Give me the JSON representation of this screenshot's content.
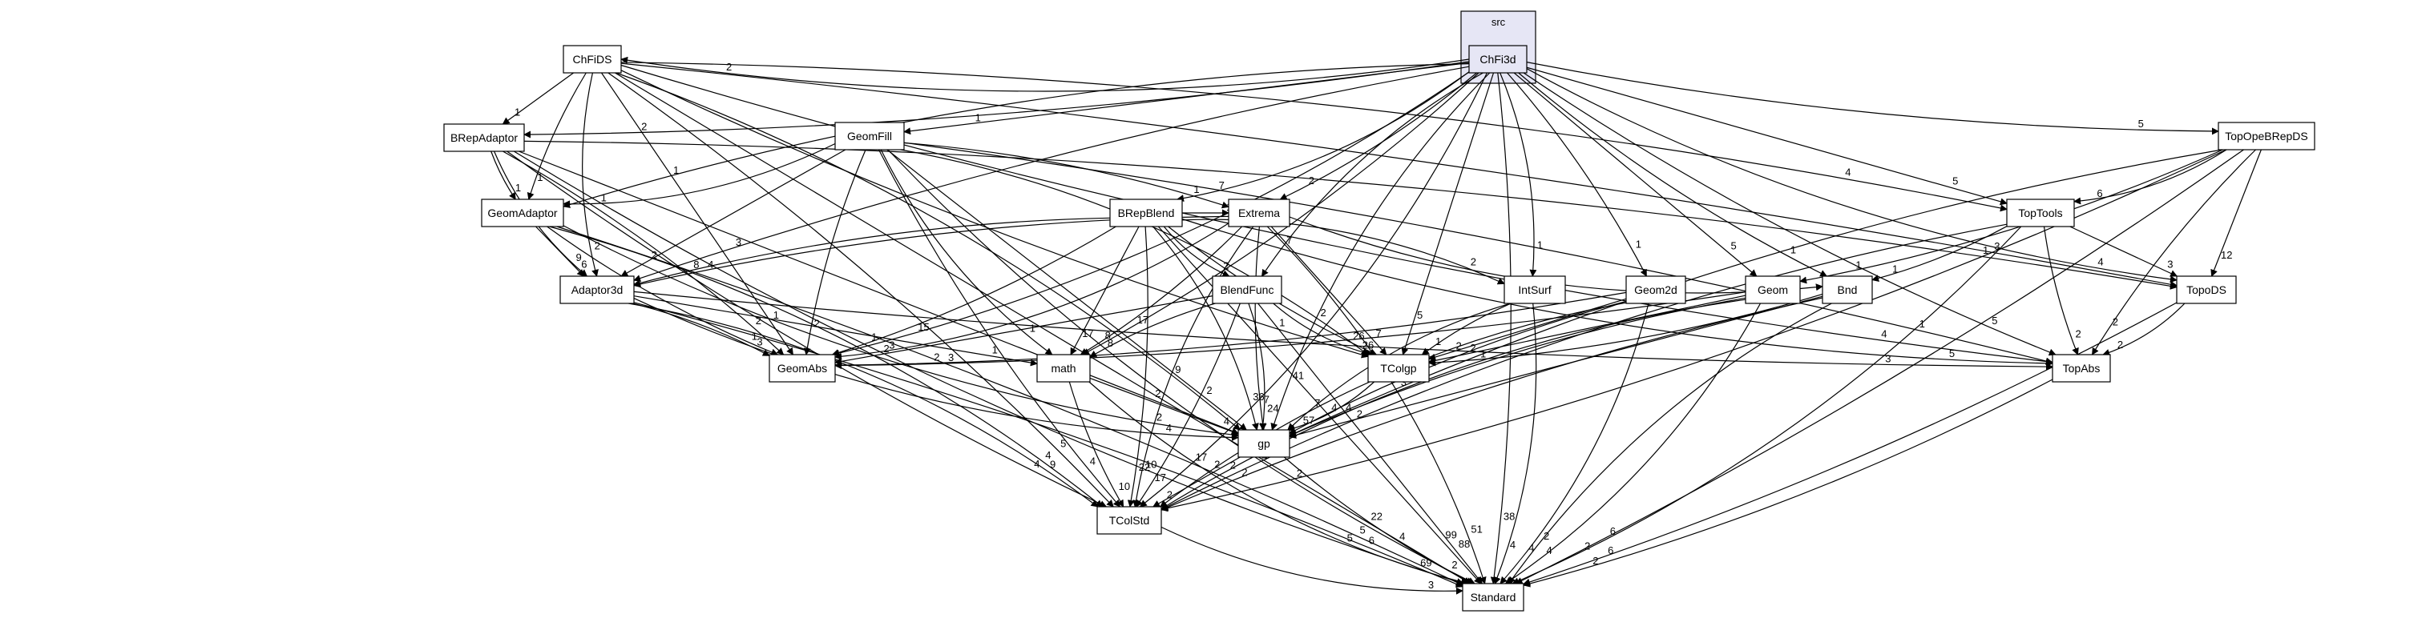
{
  "cluster": {
    "label": "src"
  },
  "nodes": [
    {
      "id": "ChFi3d",
      "label": "ChFi3d",
      "shape": "box",
      "fill": "#e6e6f5"
    },
    {
      "id": "ChFiDS",
      "label": "ChFiDS"
    },
    {
      "id": "BRepAdaptor",
      "label": "BRepAdaptor"
    },
    {
      "id": "GeomFill",
      "label": "GeomFill"
    },
    {
      "id": "TopOpeBRepDS",
      "label": "TopOpeBRepDS"
    },
    {
      "id": "GeomAdaptor",
      "label": "GeomAdaptor"
    },
    {
      "id": "BRepBlend",
      "label": "BRepBlend"
    },
    {
      "id": "Extrema",
      "label": "Extrema"
    },
    {
      "id": "TopTools",
      "label": "TopTools"
    },
    {
      "id": "Adaptor3d",
      "label": "Adaptor3d"
    },
    {
      "id": "BlendFunc",
      "label": "BlendFunc"
    },
    {
      "id": "IntSurf",
      "label": "IntSurf"
    },
    {
      "id": "Geom2d",
      "label": "Geom2d"
    },
    {
      "id": "Geom",
      "label": "Geom"
    },
    {
      "id": "Bnd",
      "label": "Bnd"
    },
    {
      "id": "TopoDS",
      "label": "TopoDS"
    },
    {
      "id": "GeomAbs",
      "label": "GeomAbs"
    },
    {
      "id": "math",
      "label": "math"
    },
    {
      "id": "TColgp",
      "label": "TColgp"
    },
    {
      "id": "TopAbs",
      "label": "TopAbs"
    },
    {
      "id": "gp",
      "label": "gp"
    },
    {
      "id": "TColStd",
      "label": "TColStd"
    },
    {
      "id": "Standard",
      "label": "Standard"
    }
  ],
  "edges": [
    {
      "from": "ChFi3d",
      "to": "ChFiDS",
      "label": "2"
    },
    {
      "from": "ChFi3d",
      "to": "BRepAdaptor",
      "label": "2"
    },
    {
      "from": "ChFi3d",
      "to": "GeomFill",
      "label": "1"
    },
    {
      "from": "ChFi3d",
      "to": "TopOpeBRepDS",
      "label": "5"
    },
    {
      "from": "ChFi3d",
      "to": "GeomAdaptor",
      "label": "1"
    },
    {
      "from": "ChFi3d",
      "to": "BRepBlend",
      "label": "7"
    },
    {
      "from": "ChFi3d",
      "to": "Extrema",
      "label": "2"
    },
    {
      "from": "ChFi3d",
      "to": "TopTools",
      "label": "5"
    },
    {
      "from": "ChFi3d",
      "to": "Adaptor3d",
      "label": "3"
    },
    {
      "from": "ChFi3d",
      "to": "BlendFunc",
      "label": "7"
    },
    {
      "from": "ChFi3d",
      "to": "IntSurf",
      "label": "1"
    },
    {
      "from": "ChFi3d",
      "to": "Geom2d",
      "label": "1"
    },
    {
      "from": "ChFi3d",
      "to": "Geom",
      "label": "5"
    },
    {
      "from": "ChFi3d",
      "to": "Bnd",
      "label": "1"
    },
    {
      "from": "ChFi3d",
      "to": "TopoDS",
      "label": "4"
    },
    {
      "from": "ChFi3d",
      "to": "GeomAbs",
      "label": "15"
    },
    {
      "from": "ChFi3d",
      "to": "math",
      "label": "17"
    },
    {
      "from": "ChFi3d",
      "to": "TColgp",
      "label": "5"
    },
    {
      "from": "ChFi3d",
      "to": "TopAbs",
      "label": "5"
    },
    {
      "from": "ChFi3d",
      "to": "gp",
      "label": "41"
    },
    {
      "from": "ChFi3d",
      "to": "TColStd",
      "label": "17"
    },
    {
      "from": "ChFi3d",
      "to": "Standard",
      "label": "38"
    },
    {
      "from": "ChFiDS",
      "to": "BRepAdaptor",
      "label": "1"
    },
    {
      "from": "ChFiDS",
      "to": "GeomAdaptor",
      "label": "1"
    },
    {
      "from": "ChFiDS",
      "to": "Adaptor3d",
      "label": "2"
    },
    {
      "from": "ChFiDS",
      "to": "TopTools",
      "label": "4"
    },
    {
      "from": "ChFiDS",
      "to": "TopoDS",
      "label": "3"
    },
    {
      "from": "ChFiDS",
      "to": "GeomAbs",
      "label": "1"
    },
    {
      "from": "ChFiDS",
      "to": "TColgp",
      "label": "1"
    },
    {
      "from": "ChFiDS",
      "to": "TopAbs",
      "label": "4"
    },
    {
      "from": "ChFiDS",
      "to": "gp",
      "label": "9"
    },
    {
      "from": "ChFiDS",
      "to": "TColStd",
      "label": "5"
    },
    {
      "from": "ChFiDS",
      "to": "Standard",
      "label": "22"
    },
    {
      "from": "BRepAdaptor",
      "to": "GeomAdaptor",
      "label": "1"
    },
    {
      "from": "BRepAdaptor",
      "to": "Adaptor3d",
      "label": "9"
    },
    {
      "from": "BRepAdaptor",
      "to": "TopoDS",
      "label": "1"
    },
    {
      "from": "BRepAdaptor",
      "to": "GeomAbs",
      "label": "2"
    },
    {
      "from": "BRepAdaptor",
      "to": "gp",
      "label": "2"
    },
    {
      "from": "BRepAdaptor",
      "to": "TColStd",
      "label": "4"
    },
    {
      "from": "BRepAdaptor",
      "to": "Standard",
      "label": "5"
    },
    {
      "from": "GeomFill",
      "to": "GeomAdaptor",
      "label": "1"
    },
    {
      "from": "GeomFill",
      "to": "Extrema",
      "label": "1"
    },
    {
      "from": "GeomFill",
      "to": "Adaptor3d",
      "label": "2"
    },
    {
      "from": "GeomFill",
      "to": "GeomAbs",
      "label": "2"
    },
    {
      "from": "GeomFill",
      "to": "math",
      "label": "1"
    },
    {
      "from": "GeomFill",
      "to": "TColgp",
      "label": "2"
    },
    {
      "from": "GeomFill",
      "to": "TopAbs",
      "label": "1"
    },
    {
      "from": "GeomFill",
      "to": "gp",
      "label": "2"
    },
    {
      "from": "GeomFill",
      "to": "TColStd",
      "label": "4"
    },
    {
      "from": "GeomFill",
      "to": "Standard",
      "label": "4"
    },
    {
      "from": "TopOpeBRepDS",
      "to": "TopTools",
      "label": "6"
    },
    {
      "from": "TopOpeBRepDS",
      "to": "Geom",
      "label": "1"
    },
    {
      "from": "TopOpeBRepDS",
      "to": "TopoDS",
      "label": "12"
    },
    {
      "from": "TopOpeBRepDS",
      "to": "TopAbs",
      "label": "2"
    },
    {
      "from": "TopOpeBRepDS",
      "to": "gp",
      "label": "3"
    },
    {
      "from": "TopOpeBRepDS",
      "to": "TColStd",
      "label": "2"
    },
    {
      "from": "TopOpeBRepDS",
      "to": "Standard",
      "label": "6"
    },
    {
      "from": "GeomAdaptor",
      "to": "Adaptor3d",
      "label": "6"
    },
    {
      "from": "GeomAdaptor",
      "to": "GeomAbs",
      "label": "1"
    },
    {
      "from": "GeomAdaptor",
      "to": "gp",
      "label": "2"
    },
    {
      "from": "GeomAdaptor",
      "to": "TColStd",
      "label": "4"
    },
    {
      "from": "GeomAdaptor",
      "to": "Standard",
      "label": "5"
    },
    {
      "from": "BRepBlend",
      "to": "Extrema",
      "label": "1"
    },
    {
      "from": "BRepBlend",
      "to": "Adaptor3d",
      "label": "8"
    },
    {
      "from": "BRepBlend",
      "to": "BlendFunc",
      "label": "2"
    },
    {
      "from": "BRepBlend",
      "to": "IntSurf",
      "label": "2"
    },
    {
      "from": "BRepBlend",
      "to": "GeomAbs",
      "label": "1"
    },
    {
      "from": "BRepBlend",
      "to": "math",
      "label": "17"
    },
    {
      "from": "BRepBlend",
      "to": "TColgp",
      "label": "26"
    },
    {
      "from": "BRepBlend",
      "to": "TopAbs",
      "label": "5"
    },
    {
      "from": "BRepBlend",
      "to": "gp",
      "label": "36"
    },
    {
      "from": "BRepBlend",
      "to": "TColStd",
      "label": "22"
    },
    {
      "from": "BRepBlend",
      "to": "Standard",
      "label": "99"
    },
    {
      "from": "Extrema",
      "to": "Adaptor3d",
      "label": "4"
    },
    {
      "from": "Extrema",
      "to": "Bnd",
      "label": "3"
    },
    {
      "from": "Extrema",
      "to": "GeomAbs",
      "label": "3"
    },
    {
      "from": "Extrema",
      "to": "math",
      "label": "8"
    },
    {
      "from": "Extrema",
      "to": "TColgp",
      "label": "7"
    },
    {
      "from": "Extrema",
      "to": "gp",
      "label": "7"
    },
    {
      "from": "Extrema",
      "to": "TColStd",
      "label": "10"
    },
    {
      "from": "Extrema",
      "to": "Standard",
      "label": "51"
    },
    {
      "from": "TopTools",
      "to": "Bnd",
      "label": "1"
    },
    {
      "from": "TopTools",
      "to": "TopoDS",
      "label": "3"
    },
    {
      "from": "TopTools",
      "to": "TopAbs",
      "label": "2"
    },
    {
      "from": "TopTools",
      "to": "TColStd",
      "label": "4"
    },
    {
      "from": "TopTools",
      "to": "Standard",
      "label": "2"
    },
    {
      "from": "Adaptor3d",
      "to": "GeomAbs",
      "label": "3"
    },
    {
      "from": "Adaptor3d",
      "to": "math",
      "label": "1"
    },
    {
      "from": "Adaptor3d",
      "to": "TopAbs",
      "label": "3"
    },
    {
      "from": "Adaptor3d",
      "to": "gp",
      "label": "4"
    },
    {
      "from": "Adaptor3d",
      "to": "TColStd",
      "label": "9"
    },
    {
      "from": "Adaptor3d",
      "to": "Standard",
      "label": "6"
    },
    {
      "from": "BlendFunc",
      "to": "GeomAbs",
      "label": "2"
    },
    {
      "from": "BlendFunc",
      "to": "math",
      "label": "8"
    },
    {
      "from": "BlendFunc",
      "to": "TColgp",
      "label": "26"
    },
    {
      "from": "BlendFunc",
      "to": "gp",
      "label": "24"
    },
    {
      "from": "BlendFunc",
      "to": "TColStd",
      "label": "17"
    },
    {
      "from": "BlendFunc",
      "to": "Standard",
      "label": "88"
    },
    {
      "from": "IntSurf",
      "to": "TColgp",
      "label": "1"
    },
    {
      "from": "IntSurf",
      "to": "gp",
      "label": "7"
    },
    {
      "from": "IntSurf",
      "to": "Standard",
      "label": "4"
    },
    {
      "from": "Geom2d",
      "to": "GeomAbs",
      "label": "2"
    },
    {
      "from": "Geom2d",
      "to": "TColgp",
      "label": "2"
    },
    {
      "from": "Geom2d",
      "to": "gp",
      "label": "4"
    },
    {
      "from": "Geom2d",
      "to": "TColStd",
      "label": "2"
    },
    {
      "from": "Geom2d",
      "to": "Standard",
      "label": "4"
    },
    {
      "from": "Geom",
      "to": "GeomAbs",
      "label": "3"
    },
    {
      "from": "Geom",
      "to": "TColgp",
      "label": "2"
    },
    {
      "from": "Geom",
      "to": "gp",
      "label": "4"
    },
    {
      "from": "Geom",
      "to": "TColStd",
      "label": "2"
    },
    {
      "from": "Geom",
      "to": "Standard",
      "label": "4"
    },
    {
      "from": "Bnd",
      "to": "TColgp",
      "label": "1"
    },
    {
      "from": "Bnd",
      "to": "gp",
      "label": "2"
    },
    {
      "from": "Bnd",
      "to": "TColStd",
      "label": "2"
    },
    {
      "from": "Bnd",
      "to": "Standard",
      "label": "2"
    },
    {
      "from": "TopoDS",
      "to": "TopAbs",
      "label": "2"
    },
    {
      "from": "TopoDS",
      "to": "Standard",
      "label": "6"
    },
    {
      "from": "math",
      "to": "gp",
      "label": "4"
    },
    {
      "from": "math",
      "to": "TColStd",
      "label": "10"
    },
    {
      "from": "math",
      "to": "Standard",
      "label": "69"
    },
    {
      "from": "TColgp",
      "to": "gp",
      "label": "57"
    },
    {
      "from": "TopAbs",
      "to": "Standard",
      "label": "2"
    },
    {
      "from": "gp",
      "to": "TColStd",
      "label": "2"
    },
    {
      "from": "gp",
      "to": "Standard",
      "label": "2"
    },
    {
      "from": "TColStd",
      "to": "Standard",
      "label": "3"
    }
  ]
}
